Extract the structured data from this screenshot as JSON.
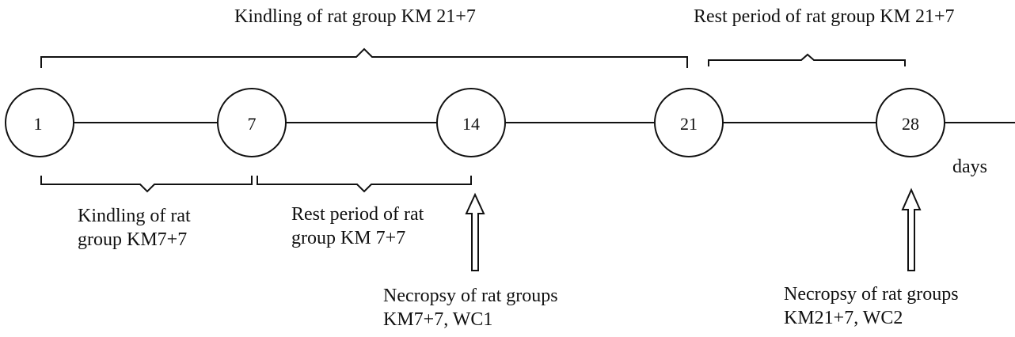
{
  "title_top_left": "Kindling of rat group KM 21+7",
  "title_top_right": "Rest period of rat group KM 21+7",
  "days": [
    "1",
    "7",
    "14",
    "21",
    "28"
  ],
  "axis_label": "days",
  "bottom_left": {
    "line1": "Kindling of rat",
    "line2": "group KM7+7"
  },
  "bottom_mid": {
    "line1": "Rest period of rat",
    "line2": "group KM 7+7"
  },
  "necropsy_1": {
    "line1": "Necropsy of rat groups",
    "line2": "KM7+7, WC1"
  },
  "necropsy_2": {
    "line1": "Necropsy of rat groups",
    "line2": "KM21+7, WC2"
  }
}
